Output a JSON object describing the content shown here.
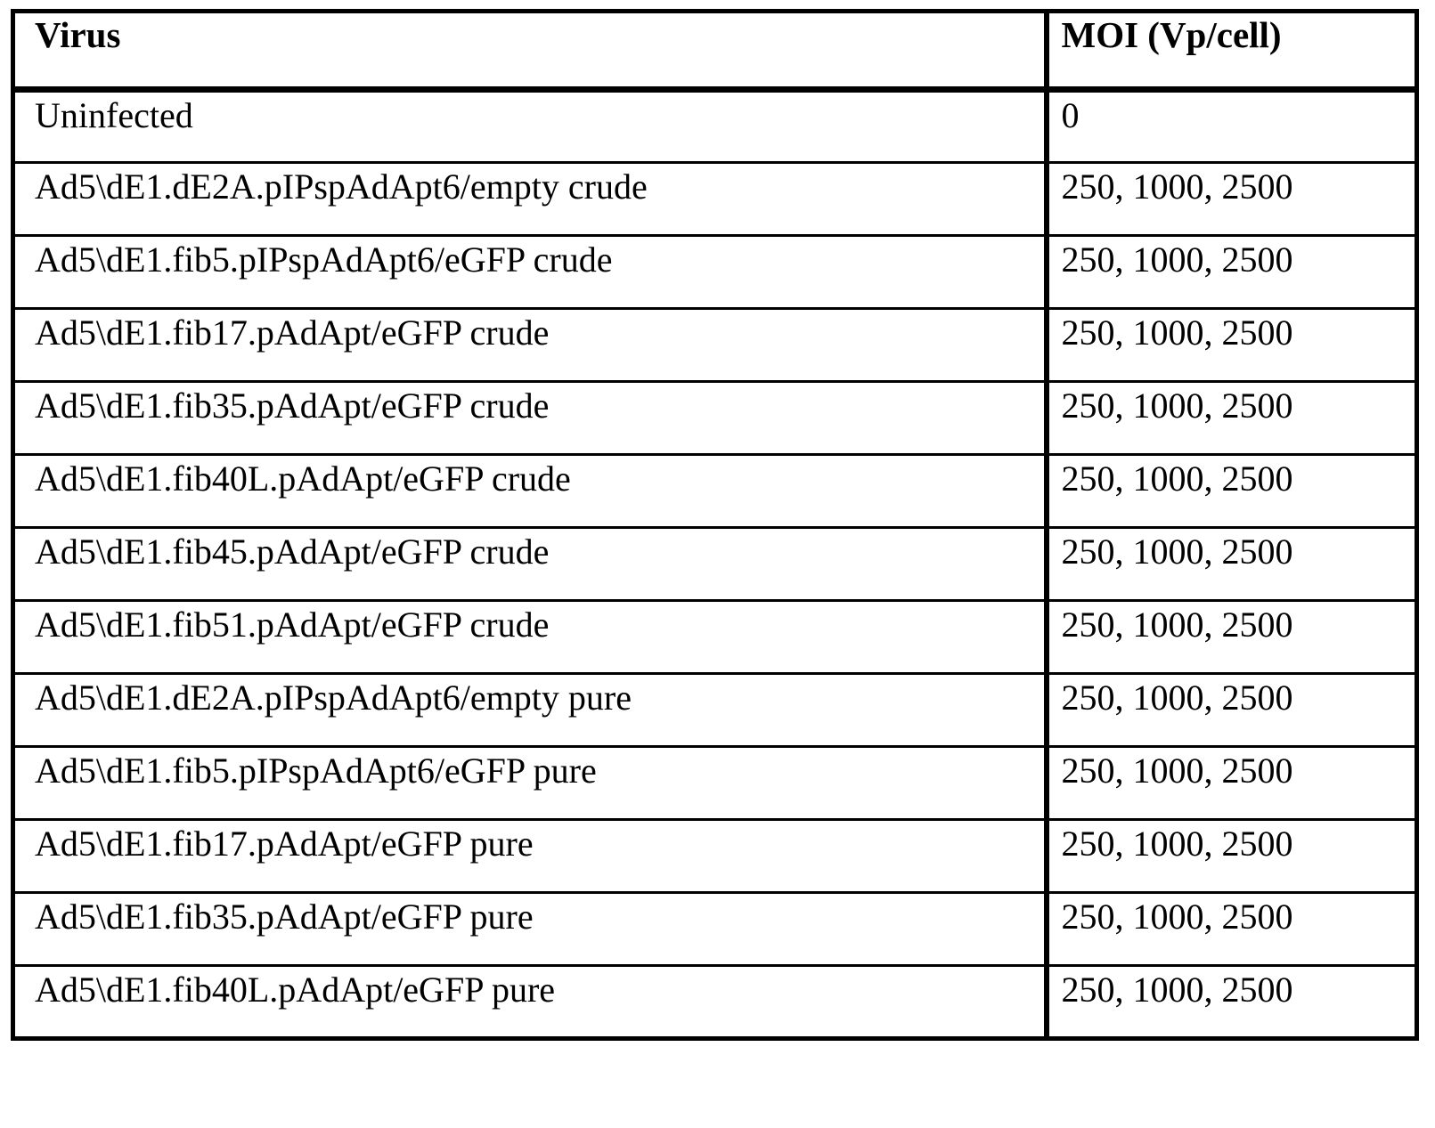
{
  "table": {
    "columns": [
      {
        "key": "virus",
        "label": "Virus"
      },
      {
        "key": "moi",
        "label": "MOI (Vp/cell)"
      }
    ],
    "rows": [
      {
        "virus": "Uninfected",
        "moi": "0"
      },
      {
        "virus": "Ad5\\dE1.dE2A.pIPspAdApt6/empty crude",
        "moi": "250, 1000, 2500"
      },
      {
        "virus": "Ad5\\dE1.fib5.pIPspAdApt6/eGFP crude",
        "moi": "250, 1000, 2500"
      },
      {
        "virus": "Ad5\\dE1.fib17.pAdApt/eGFP crude",
        "moi": "250, 1000, 2500"
      },
      {
        "virus": "Ad5\\dE1.fib35.pAdApt/eGFP crude",
        "moi": "250, 1000, 2500"
      },
      {
        "virus": "Ad5\\dE1.fib40L.pAdApt/eGFP crude",
        "moi": "250, 1000, 2500"
      },
      {
        "virus": "Ad5\\dE1.fib45.pAdApt/eGFP crude",
        "moi": "250, 1000, 2500"
      },
      {
        "virus": "Ad5\\dE1.fib51.pAdApt/eGFP crude",
        "moi": "250, 1000, 2500"
      },
      {
        "virus": "Ad5\\dE1.dE2A.pIPspAdApt6/empty pure",
        "moi": "250, 1000, 2500"
      },
      {
        "virus": "Ad5\\dE1.fib5.pIPspAdApt6/eGFP pure",
        "moi": "250, 1000, 2500"
      },
      {
        "virus": "Ad5\\dE1.fib17.pAdApt/eGFP pure",
        "moi": "250, 1000, 2500"
      },
      {
        "virus": "Ad5\\dE1.fib35.pAdApt/eGFP pure",
        "moi": "250, 1000, 2500"
      },
      {
        "virus": "Ad5\\dE1.fib40L.pAdApt/eGFP pure",
        "moi": "250, 1000, 2500"
      }
    ]
  },
  "colors": {
    "text": "#000000",
    "background": "#ffffff",
    "border": "#000000"
  }
}
